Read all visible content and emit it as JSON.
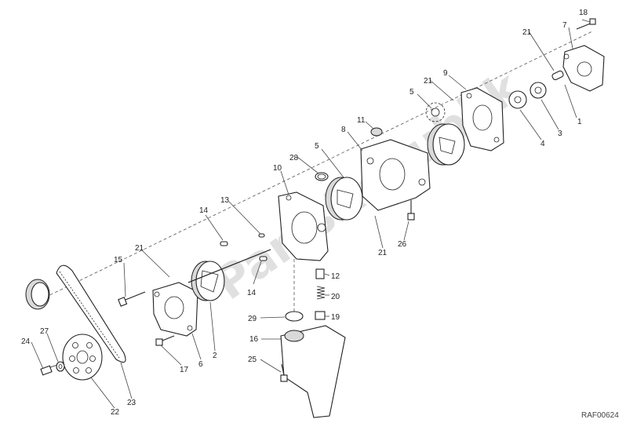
{
  "diagram": {
    "code": "RAF00624",
    "watermark": "PartsRepublik",
    "labels": {
      "l1": "1",
      "l2": "2",
      "l3": "3",
      "l4": "4",
      "l5a": "5",
      "l5b": "5",
      "l6": "6",
      "l7": "7",
      "l8": "8",
      "l9": "9",
      "l10": "10",
      "l11": "11",
      "l12": "12",
      "l13": "13",
      "l14a": "14",
      "l14b": "14",
      "l15": "15",
      "l16": "16",
      "l17": "17",
      "l18": "18",
      "l19": "19",
      "l20": "20",
      "l21a": "21",
      "l21b": "21",
      "l21c": "21",
      "l21d": "21",
      "l22": "22",
      "l23": "23",
      "l24": "24",
      "l25": "25",
      "l26": "26",
      "l27": "27",
      "l28": "28",
      "l29": "29"
    }
  }
}
